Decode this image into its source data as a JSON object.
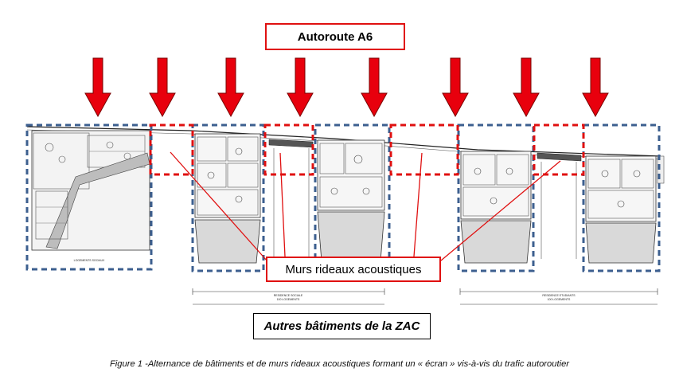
{
  "title_label": "Autoroute A6",
  "walls_label": "Murs rideaux acoustiques",
  "zac_label": "Autres bâtiments de la ZAC",
  "caption": "Figure 1 -Alternance de bâtiments et de murs rideaux acoustiques formant un « écran » vis-à-vis du trafic autoroutier",
  "plan_labels": {
    "logements_sociaux": "LOGEMENTS SOCIAUX",
    "residence_sociale": "RESIDENCE SOCIALE",
    "residence_sociale_sub": "100 LOGEMENTS",
    "residence_etudiants": "RESIDENCE ETUDIANTS",
    "residence_etudiants_sub": "100 LOGEMENTS"
  },
  "colors": {
    "arrow": "#e8000d",
    "arrow_outline": "#7a0000",
    "wall_box": "#e01010",
    "building_box": "#3c5f8f",
    "plan_line": "#222222"
  }
}
